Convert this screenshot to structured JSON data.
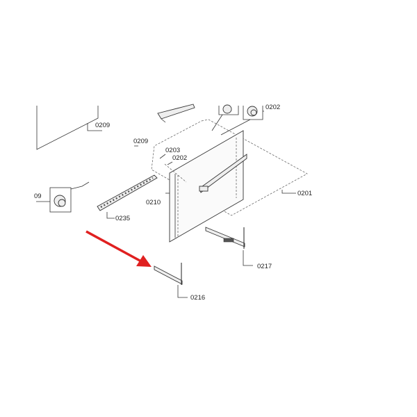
{
  "diagram": {
    "type": "exploded parts diagram",
    "labels": {
      "p0209_top": "0209",
      "p0209_mid": "0209",
      "p0203": "0203",
      "p0202_mid": "0202",
      "p0202_top": "0202",
      "p09": "09",
      "p0210": "0210",
      "p0235": "0235",
      "p0201": "0201",
      "p0217": "0217",
      "p0216": "0216"
    },
    "highlight": {
      "target": "0216",
      "arrow_color": "#e02020"
    }
  }
}
